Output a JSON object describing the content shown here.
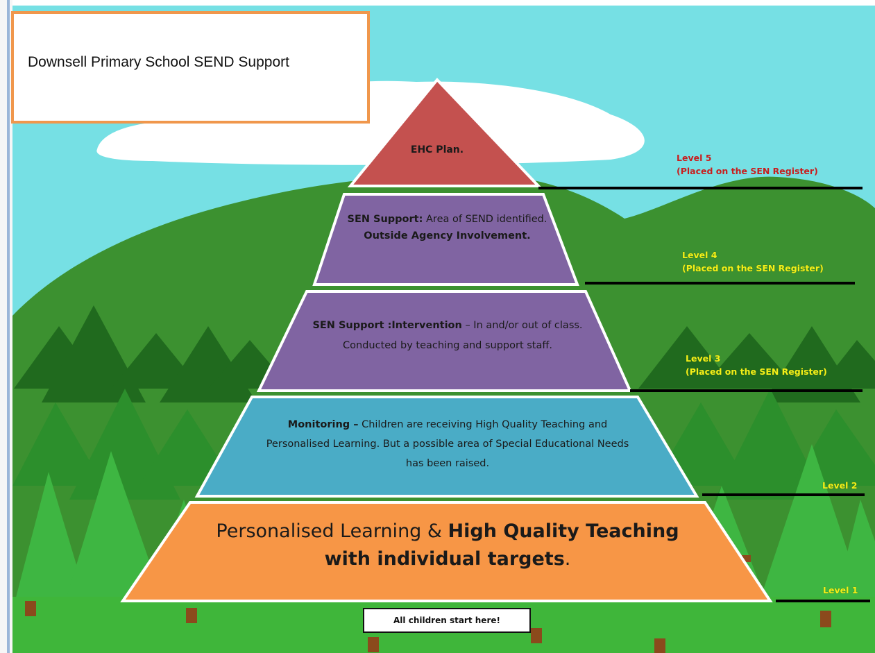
{
  "title": "Downsell Primary School SEND Support",
  "colors": {
    "sky": "#76e0e4",
    "cloud": "#ffffff",
    "hill": "#3c9130",
    "hill_far": "#2f7a28",
    "grass": "#3fb63a",
    "tree_dark": "#206a1e",
    "tree_mid": "#2c8f2c",
    "tree_light": "#3eb642",
    "trunk": "#8b4a1c",
    "tier_ehc": "#c4514f",
    "tier_purple": "#8064a2",
    "tier_teal": "#4aacc6",
    "tier_orange": "#f79646",
    "title_border": "#f0974c",
    "level_red": "#c81e1e",
    "level_yellow": "#f4f018"
  },
  "tiers": {
    "ehc": {
      "text": "EHC Plan."
    },
    "sen_support": {
      "bold": "SEN Support:",
      "text": " Area of SEND identified.",
      "bold2": "Outside Agency Involvement."
    },
    "intervention": {
      "bold": "SEN Support :Intervention",
      "text": " – In and/or out of class.  Conducted by teaching and support staff."
    },
    "monitoring": {
      "bold": "Monitoring –",
      "text": " Children are receiving High Quality Teaching and Personalised Learning. But a possible area of Special Educational Needs has been raised."
    },
    "base": {
      "text": "Personalised Learning & ",
      "bold": "High Quality Teaching with individual targets",
      "end": "."
    }
  },
  "levels": {
    "l5": {
      "name": "Level 5",
      "note": "(Placed on the SEN Register)"
    },
    "l4": {
      "name": "Level 4",
      "note": "(Placed on the SEN Register)"
    },
    "l3": {
      "name": "Level 3",
      "note": "(Placed on the SEN Register)"
    },
    "l2": {
      "name": "Level 2"
    },
    "l1": {
      "name": "Level 1"
    }
  },
  "start_label": "All children start here!"
}
